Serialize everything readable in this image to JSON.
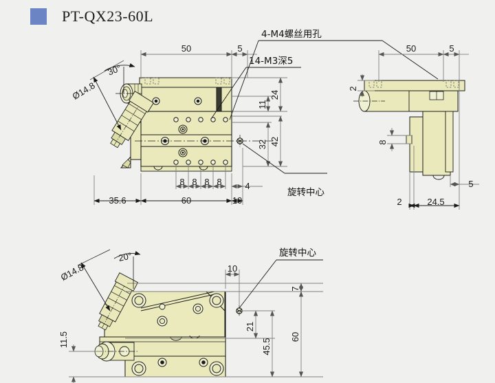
{
  "header": {
    "logo_icon": "blue-square-bullet",
    "title": "PT-QX23-60L",
    "logo_color": "#6b85c4"
  },
  "palette": {
    "background": "#f0f0ee",
    "body_fill": "#e9e9bc",
    "body_fill_dark": "#dcdca8",
    "body_fill_light": "#f0f0d2",
    "line": "#1a1a1a",
    "dim_line": "#808080",
    "accent": "#6b85c4"
  },
  "notes": {
    "m4_holes": "4-M4螺丝用孔",
    "m3_holes": "14-M3深5",
    "rotation_center_top": "旋转中心",
    "rotation_center_bottom": "旋转中心"
  },
  "views": {
    "front": {
      "name": "front-elevation-view",
      "dimensions": {
        "top_50": "50",
        "top_5": "5",
        "dia_bore": "Ø14.8",
        "angle": "30°",
        "v_24": "24",
        "v_11": "11",
        "v_32": "32",
        "v_42": "42",
        "h_35_6": "35.6",
        "h_60": "60",
        "h_10": "10",
        "h_4": "4",
        "pitch": [
          "8",
          "8",
          "8",
          "8"
        ]
      }
    },
    "side": {
      "name": "right-side-view",
      "dimensions": {
        "top_50": "50",
        "top_5": "5",
        "left_2": "2",
        "mid_8": "8",
        "bot_2": "2",
        "bot_24_5": "24.5",
        "right_5": "5"
      }
    },
    "bottom": {
      "name": "plan-view",
      "dimensions": {
        "dia_bore": "Ø14.8",
        "angle": "20°",
        "h_10": "10",
        "v_11_5": "11.5",
        "v_7": "7",
        "v_21": "21",
        "v_45_5": "45.5",
        "v_60": "60"
      }
    }
  }
}
